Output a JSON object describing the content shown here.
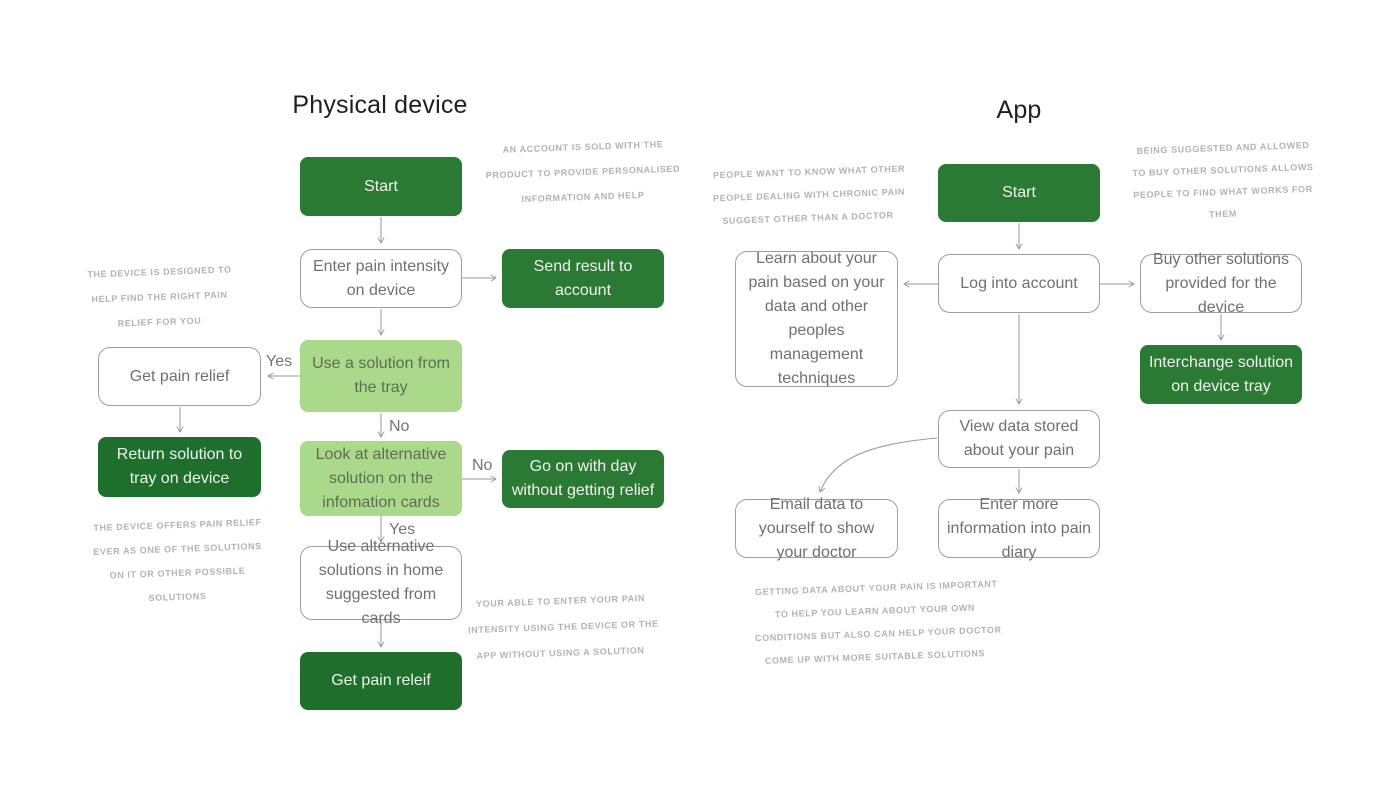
{
  "colors": {
    "node_green": "#2b7a33",
    "node_dark_green": "#1e6f2b",
    "node_light_green": "#abd98a",
    "light_green_text": "#5d6e55",
    "white_node_text": "#707070",
    "white_node_border": "#9e9e9e",
    "arrow_gray": "#979797",
    "annotation_gray": "#b3b3b3",
    "title_black": "#1f1f1f"
  },
  "sections": {
    "physical": {
      "title": "Physical device"
    },
    "app": {
      "title": "App"
    }
  },
  "nodes": {
    "pd_start": {
      "label": "Start"
    },
    "pd_enter": {
      "label": "Enter pain intensity on device"
    },
    "pd_send": {
      "label": "Send result to account"
    },
    "pd_use": {
      "label": "Use a solution from the tray"
    },
    "pd_get_relief": {
      "label": "Get pain relief"
    },
    "pd_return": {
      "label": "Return solution to tray on device"
    },
    "pd_look": {
      "label": "Look at alternative solution on the infomation cards"
    },
    "pd_go_on": {
      "label": "Go on with day without getting relief"
    },
    "pd_use_alt": {
      "label": "Use alternative solutions in home suggested from cards"
    },
    "pd_get_releif": {
      "label": "Get pain releif"
    },
    "app_start": {
      "label": "Start"
    },
    "app_login": {
      "label": "Log into account"
    },
    "app_learn": {
      "label": "Learn about your pain based on your data and other peoples management techniques"
    },
    "app_buy": {
      "label": "Buy other solutions provided for the device"
    },
    "app_interchange": {
      "label": "Interchange solution on device tray"
    },
    "app_view": {
      "label": "View data stored about your pain"
    },
    "app_email": {
      "label": "Email data to yourself to show your doctor"
    },
    "app_enter_more": {
      "label": "Enter more information into pain diary"
    }
  },
  "edge_labels": {
    "use_yes": "Yes",
    "use_no": "No",
    "look_no": "No",
    "look_yes": "Yes"
  },
  "annotations": {
    "account_sold": {
      "lines": [
        "AN ACCOUNT IS SOLD WITH THE",
        "PRODUCT TO PROVIDE PERSONALISED",
        "INFORMATION AND HELP"
      ]
    },
    "device_designed": {
      "lines": [
        "THE DEVICE IS DESIGNED TO",
        "HELP FIND THE RIGHT PAIN",
        "RELIEF FOR YOU"
      ]
    },
    "device_offers": {
      "lines": [
        "THE DEVICE OFFERS PAIN RELIEF",
        "EVER AS ONE OF THE SOLUTIONS",
        "ON IT OR OTHER POSSIBLE",
        "SOLUTIONS"
      ]
    },
    "your_able": {
      "lines": [
        "YOUR ABLE TO ENTER YOUR PAIN",
        "INTENSITY USING THE DEVICE OR THE",
        "APP WITHOUT USING A SOLUTION"
      ]
    },
    "people_want": {
      "lines": [
        "PEOPLE WANT TO KNOW WHAT OTHER",
        "PEOPLE DEALING WITH CHRONIC PAIN",
        "SUGGEST OTHER THAN A DOCTOR"
      ]
    },
    "being_suggested": {
      "lines": [
        "BEING SUGGESTED AND ALLOWED",
        "TO BUY OTHER SOLUTIONS ALLOWS",
        "PEOPLE TO FIND WHAT WORKS FOR",
        "THEM"
      ]
    },
    "getting_data": {
      "lines": [
        "GETTING DATA ABOUT YOUR PAIN IS IMPORTANT",
        "TO HELP YOU LEARN ABOUT YOUR OWN",
        "CONDITIONS BUT ALSO CAN HELP YOUR DOCTOR",
        "COME UP WITH MORE SUITABLE SOLUTIONS"
      ]
    }
  }
}
